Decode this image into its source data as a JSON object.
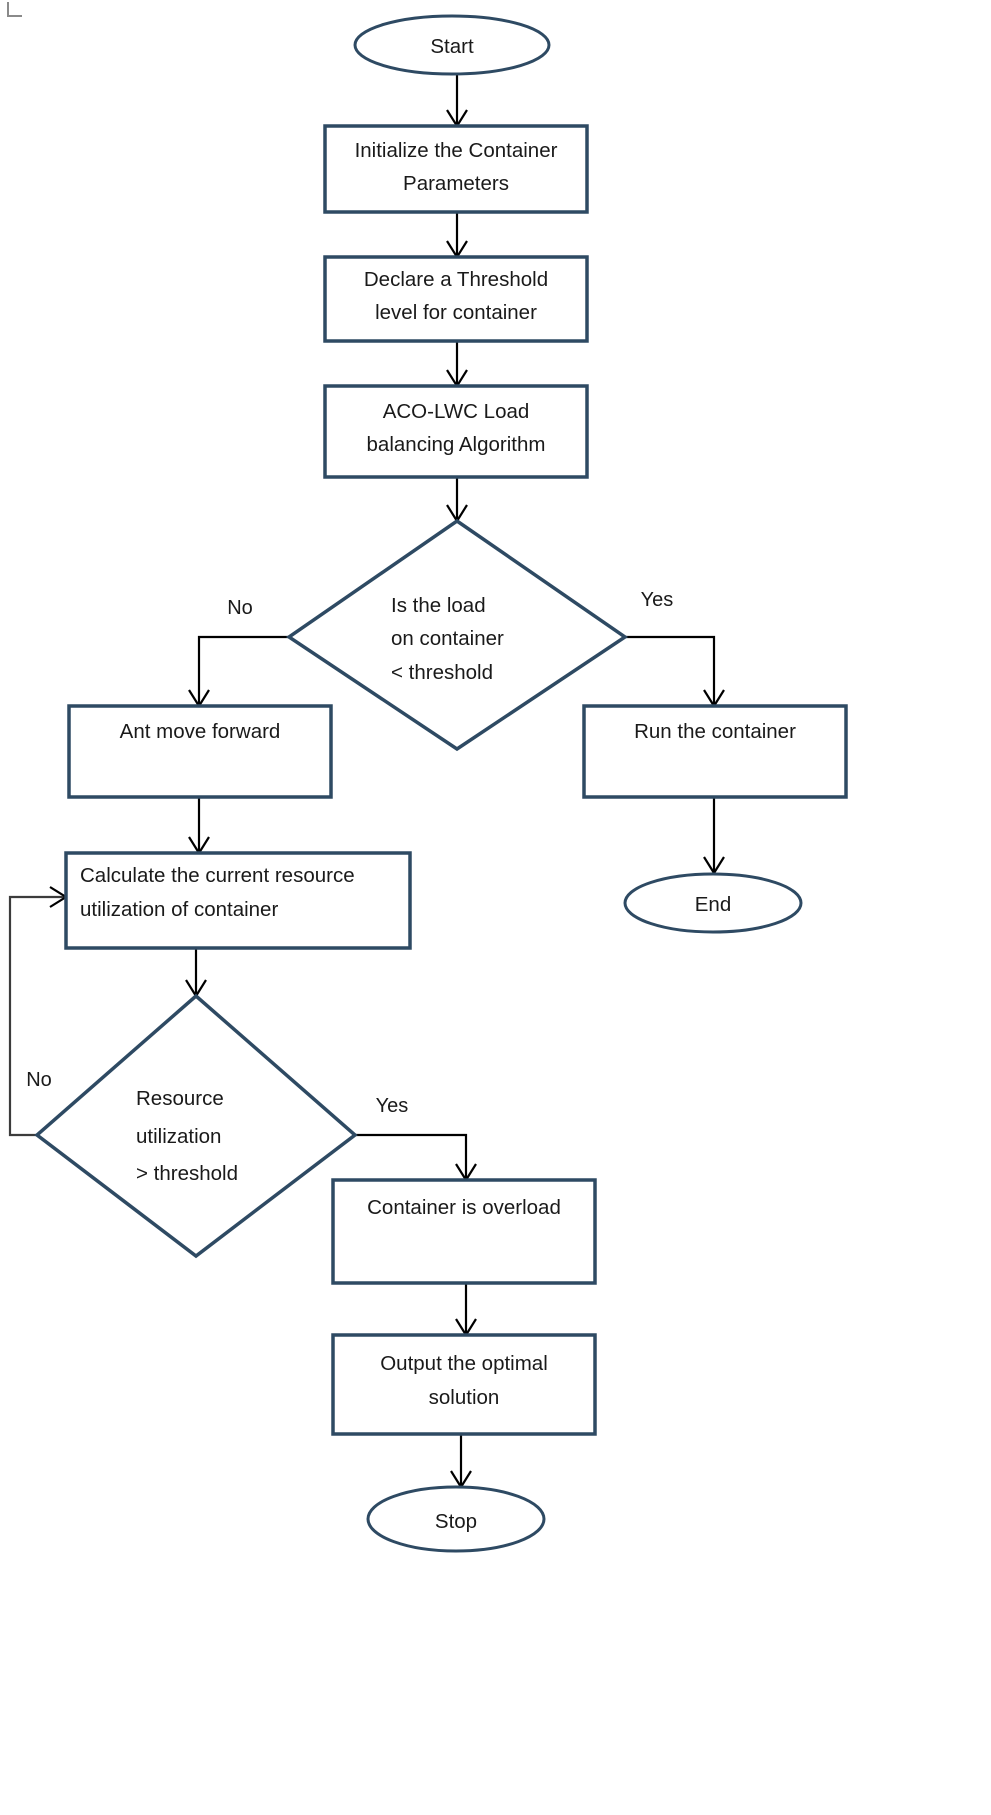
{
  "diagram": {
    "title": "ACO-LWC container load balancing flowchart",
    "colors": {
      "shape_stroke": "#2e4a63",
      "connector": "#000000",
      "loop_connector": "#3c3c3c",
      "text": "#1a1a1a",
      "background": "#ffffff"
    },
    "nodes": [
      {
        "id": "start",
        "type": "terminator",
        "lines": [
          "Start"
        ]
      },
      {
        "id": "init",
        "type": "process",
        "lines": [
          "Initialize the Container",
          "Parameters"
        ]
      },
      {
        "id": "threshold",
        "type": "process",
        "lines": [
          "Declare a Threshold",
          "level for container"
        ]
      },
      {
        "id": "aco",
        "type": "process",
        "lines": [
          "ACO-LWC Load",
          "balancing Algorithm"
        ]
      },
      {
        "id": "loadcheck",
        "type": "decision",
        "lines": [
          "Is the load",
          "on container",
          "< threshold"
        ]
      },
      {
        "id": "antmove",
        "type": "process",
        "lines": [
          "Ant move forward"
        ]
      },
      {
        "id": "runcont",
        "type": "process",
        "lines": [
          "Run the container"
        ]
      },
      {
        "id": "calcres",
        "type": "process",
        "lines": [
          "Calculate the current resource",
          "utilization of container"
        ]
      },
      {
        "id": "end",
        "type": "terminator",
        "lines": [
          "End"
        ]
      },
      {
        "id": "rescheck",
        "type": "decision",
        "lines": [
          "Resource",
          "utilization",
          "> threshold"
        ]
      },
      {
        "id": "overload",
        "type": "process",
        "lines": [
          "Container is overload"
        ]
      },
      {
        "id": "output",
        "type": "process",
        "lines": [
          "Output the optimal",
          "solution"
        ]
      },
      {
        "id": "stop",
        "type": "terminator",
        "lines": [
          "Stop"
        ]
      }
    ],
    "edge_labels": [
      {
        "id": "loadcheck-no",
        "text": "No"
      },
      {
        "id": "loadcheck-yes",
        "text": "Yes"
      },
      {
        "id": "rescheck-no",
        "text": "No"
      },
      {
        "id": "rescheck-yes",
        "text": "Yes"
      }
    ]
  }
}
